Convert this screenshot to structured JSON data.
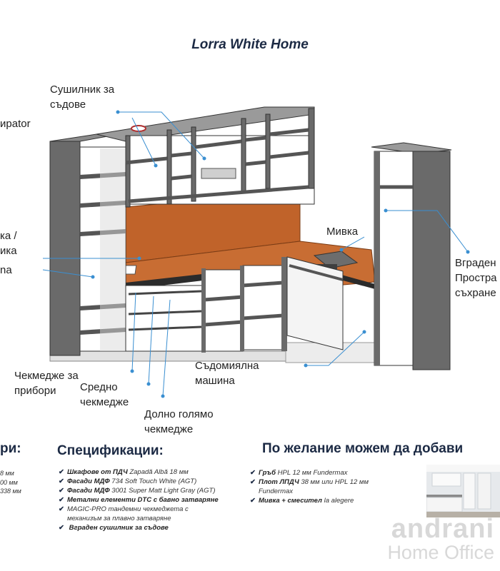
{
  "title": "Lorra White Home",
  "callouts": {
    "dish_dryer": [
      "Сушилник за",
      "съдове"
    ],
    "aspirator": "ирator",
    "lighting_lines": [
      "ка /",
      "ика"
    ],
    "sink_partial": "na",
    "sink": "Мивка",
    "built_in": [
      "Вграден",
      "Простра",
      "съхране"
    ],
    "cutlery_drawer": [
      "Чекмедже за",
      "прибори"
    ],
    "middle_drawer": [
      "Средно",
      "чекмедже"
    ],
    "bottom_drawer": [
      "Долно голямо",
      "чекмедже"
    ],
    "dishwasher": [
      "Съдомиялна",
      "машина"
    ]
  },
  "left_heading": "ри:",
  "left_dims": [
    "8 мм",
    "00 мм",
    "338 мм"
  ],
  "specs": {
    "heading": "Спецификации:",
    "items": [
      {
        "bold": "Шкафове от ПДЧ",
        "rest": " Zapadă Albă 18 мм"
      },
      {
        "bold": "Фасади МДФ",
        "rest": " 734 Soft Touch White (AGT)"
      },
      {
        "bold": "Фасади МДФ",
        "rest": " 3001 Super Matt Light Gray (AGT)"
      },
      {
        "bold": "Метални елементи DTC с бавно затваряне",
        "rest": ""
      },
      {
        "bold": "",
        "rest": "MAGIC-PRO тандемни чекмеджета с"
      },
      {
        "bold": "",
        "rest": "механизъм за плавно затваряне"
      },
      {
        "bold": "Вграден сушилник за съдове",
        "rest": ""
      }
    ]
  },
  "optional": {
    "heading": "По желание можем да добави",
    "items": [
      {
        "bold": "Гръб",
        "rest": " HPL 12 мм  Fundermax"
      },
      {
        "bold": "Плот ЛПДЧ",
        "rest": " 38 мм или HPL 12 мм"
      },
      {
        "bold": "",
        "rest": "Fundermax"
      },
      {
        "bold": "Мивка + смесител",
        "rest": " la alegere"
      }
    ]
  },
  "brand": {
    "line1": "andrani",
    "line2": "Home Office"
  },
  "colors": {
    "navy": "#1c2a44",
    "wood": "#c0632a",
    "frame": "#5a5a5a",
    "callout": "#3a8fd1"
  },
  "icons": {
    "check": "✔"
  }
}
